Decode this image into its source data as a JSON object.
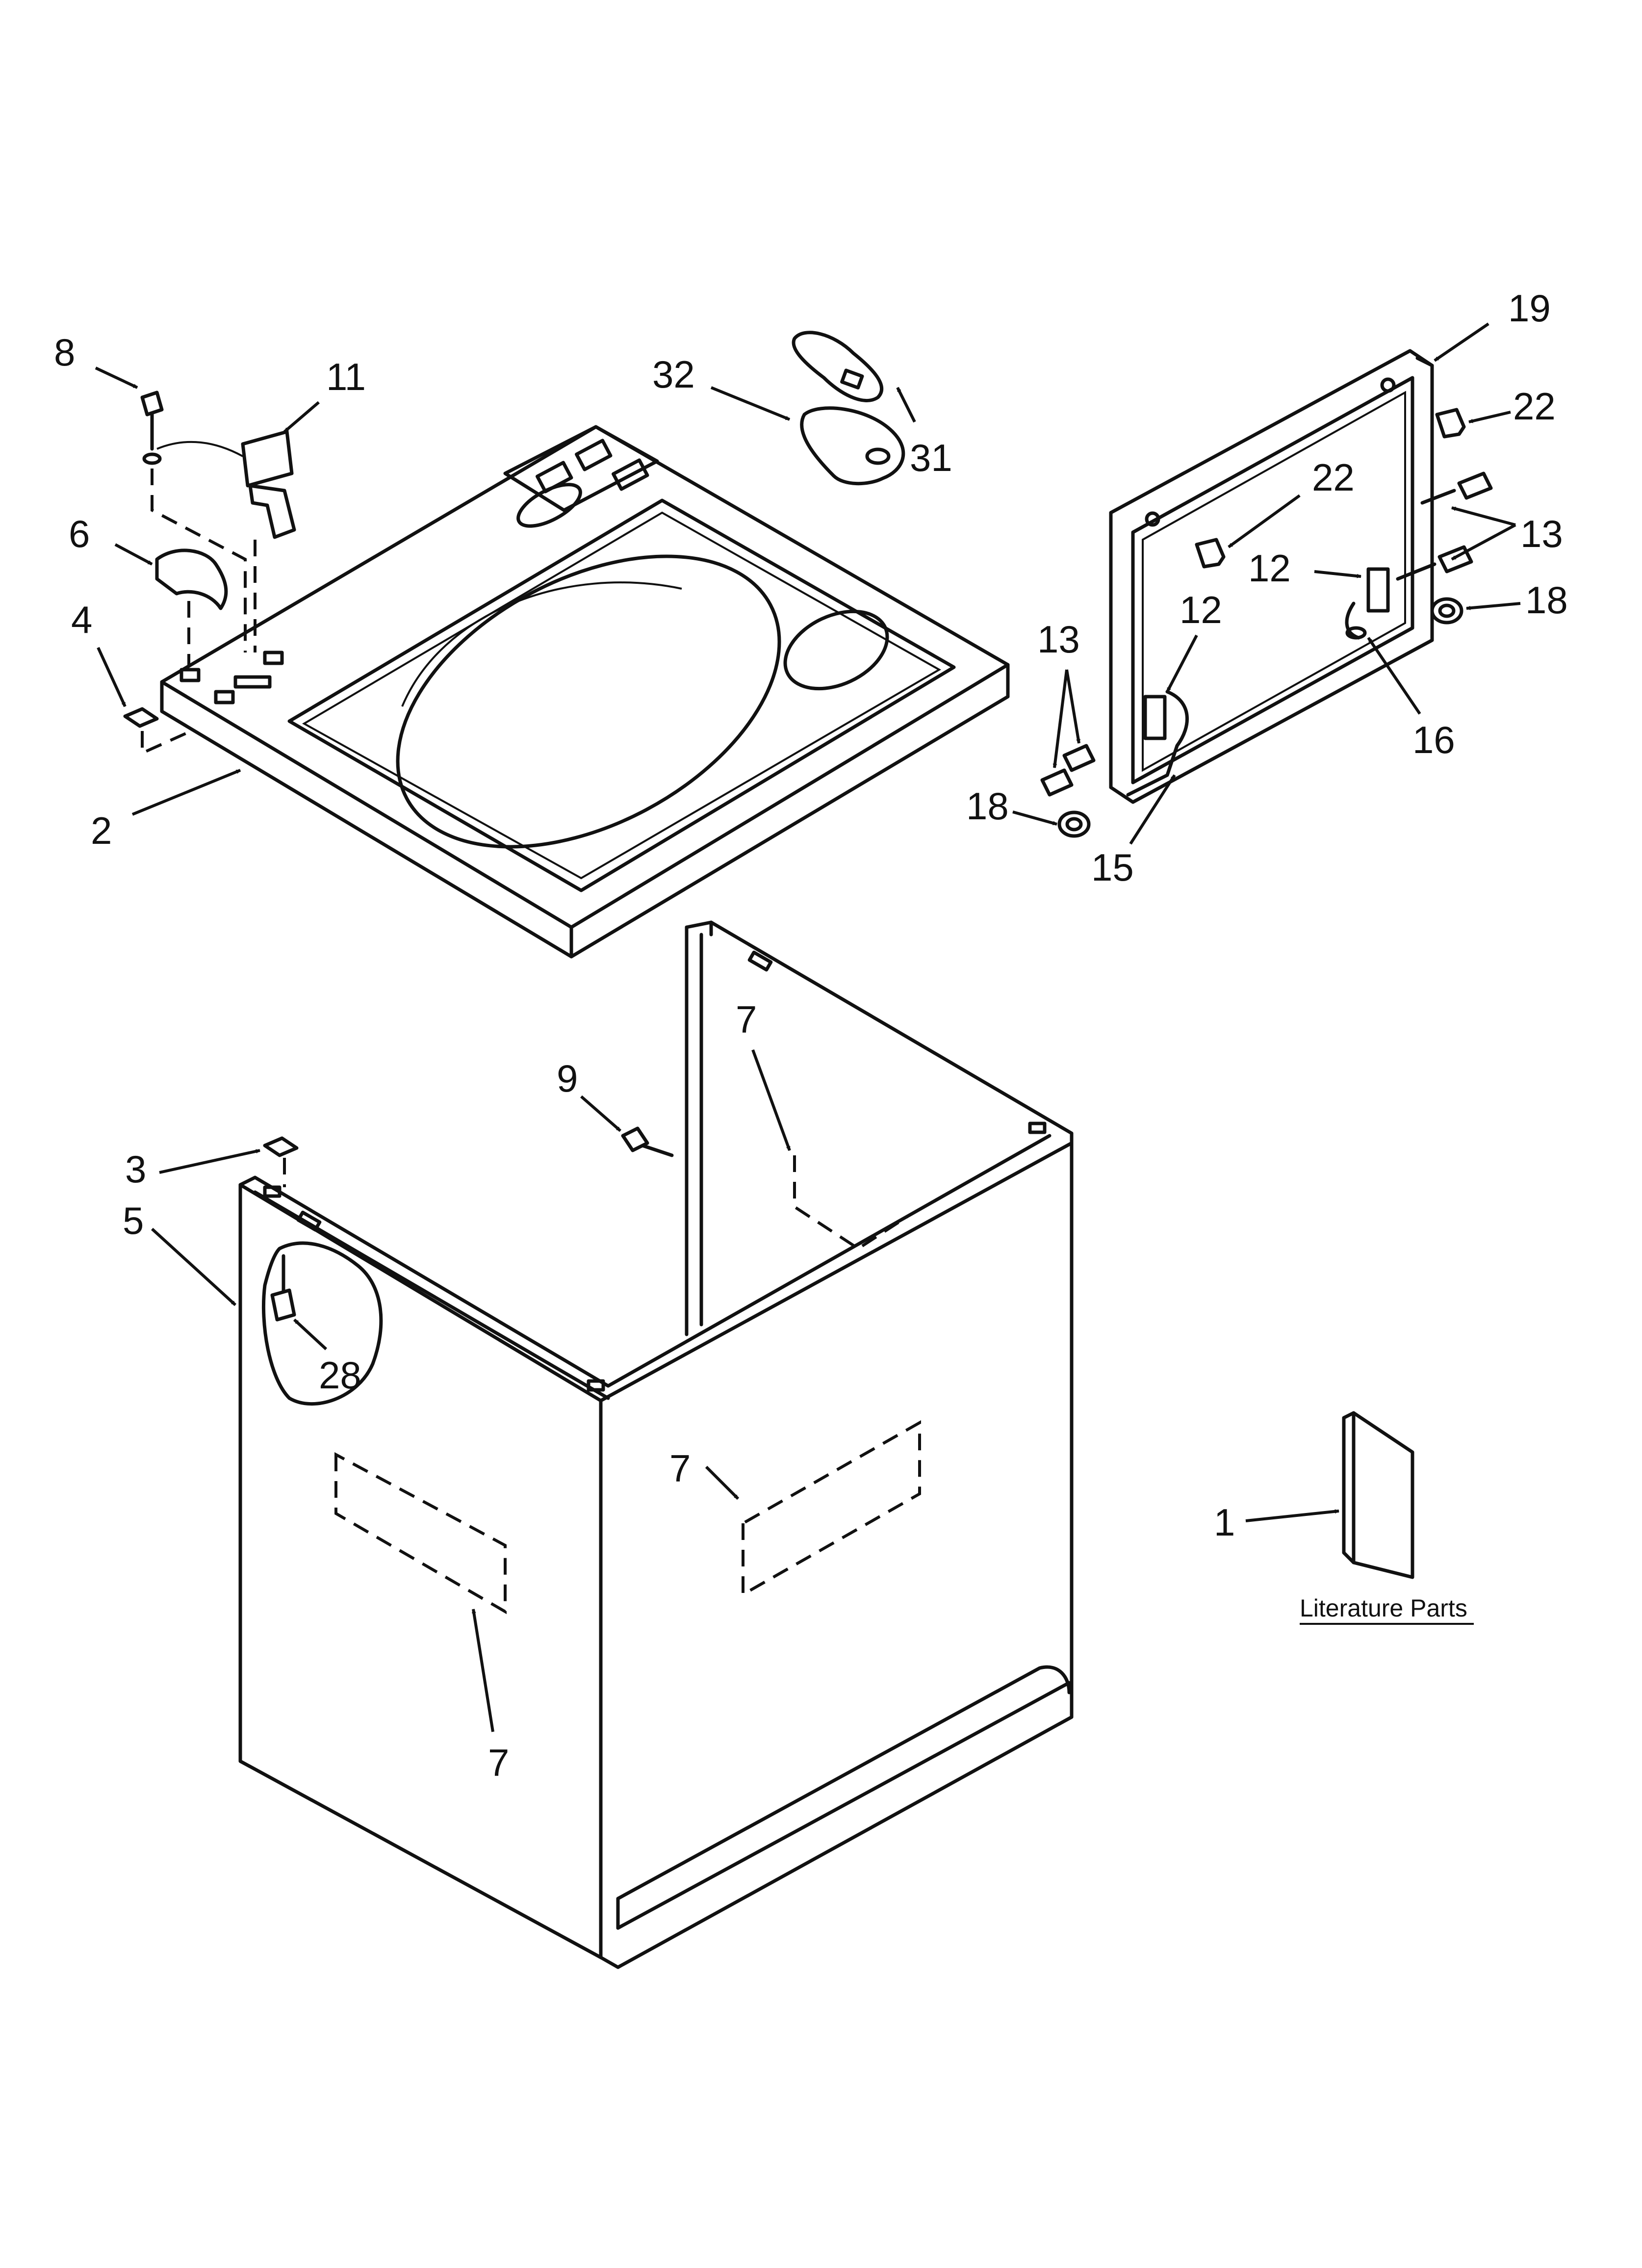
{
  "callouts": [
    {
      "id": "c8",
      "label": "8"
    },
    {
      "id": "c11",
      "label": "11"
    },
    {
      "id": "c6",
      "label": "6"
    },
    {
      "id": "c4",
      "label": "4"
    },
    {
      "id": "c2",
      "label": "2"
    },
    {
      "id": "c32",
      "label": "32"
    },
    {
      "id": "c31",
      "label": "31"
    },
    {
      "id": "c19",
      "label": "19"
    },
    {
      "id": "c22a",
      "label": "22"
    },
    {
      "id": "c22b",
      "label": "22"
    },
    {
      "id": "c13a",
      "label": "13"
    },
    {
      "id": "c12a",
      "label": "12"
    },
    {
      "id": "c18a",
      "label": "18"
    },
    {
      "id": "c16",
      "label": "16"
    },
    {
      "id": "c13b",
      "label": "13"
    },
    {
      "id": "c12b",
      "label": "12"
    },
    {
      "id": "c18b",
      "label": "18"
    },
    {
      "id": "c15",
      "label": "15"
    },
    {
      "id": "c9",
      "label": "9"
    },
    {
      "id": "c7a",
      "label": "7"
    },
    {
      "id": "c3",
      "label": "3"
    },
    {
      "id": "c5",
      "label": "5"
    },
    {
      "id": "c28",
      "label": "28"
    },
    {
      "id": "c7b",
      "label": "7"
    },
    {
      "id": "c7c",
      "label": "7"
    },
    {
      "id": "c1",
      "label": "1"
    }
  ],
  "literature_label": "Literature Parts"
}
